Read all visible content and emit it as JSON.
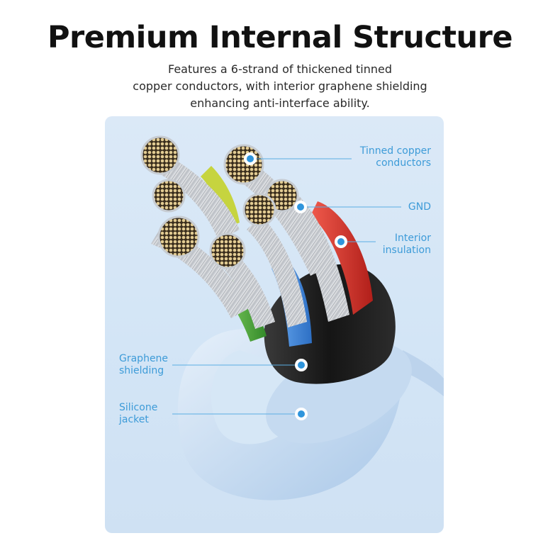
{
  "heading": {
    "title": "Premium Internal Structure",
    "subtitle_lines": [
      "Features a 6-strand of thickened tinned",
      "copper conductors, with interior graphene shielding",
      "enhancing anti-interface ability."
    ]
  },
  "callouts": {
    "tinned_copper": {
      "lines": [
        "Tinned copper",
        "conductors"
      ]
    },
    "gnd": {
      "lines": [
        "GND"
      ]
    },
    "interior_insulation": {
      "lines": [
        "Interior",
        "insulation"
      ]
    },
    "graphene_shielding": {
      "lines": [
        "Graphene",
        "shielding"
      ]
    },
    "silicone_jacket": {
      "lines": [
        "Silicone",
        "jacket"
      ]
    }
  },
  "colors": {
    "accent": "#3d9bd8",
    "panel_bg": "#d6e7f6",
    "jacket": "#c9ddf2",
    "shield": "#1e1e1e",
    "wire_red": "#d8332c",
    "wire_blue": "#3f86d8",
    "wire_green": "#49a43a",
    "wire_yellow": "#c8d23a",
    "copper": "#d8c08a"
  }
}
